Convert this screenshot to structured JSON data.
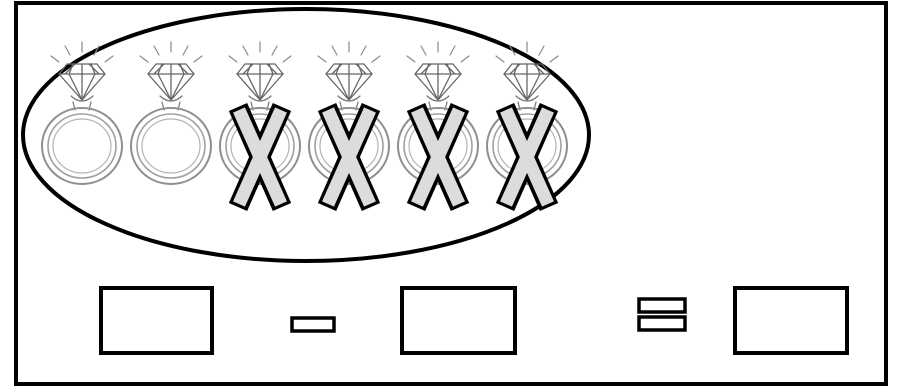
{
  "worksheet": {
    "task": "subtraction",
    "total_rings": 6,
    "crossed_out_rings": 4,
    "rings": [
      {
        "item": "ring-icon",
        "crossed_out": false
      },
      {
        "item": "ring-icon",
        "crossed_out": false
      },
      {
        "item": "ring-icon",
        "crossed_out": true
      },
      {
        "item": "ring-icon",
        "crossed_out": true
      },
      {
        "item": "ring-icon",
        "crossed_out": true
      },
      {
        "item": "ring-icon",
        "crossed_out": true
      }
    ],
    "equation": {
      "minuend_answer": "",
      "subtrahend_answer": "",
      "difference_answer": "",
      "operator_1": "minus-sign",
      "operator_2": "equals-sign"
    },
    "colors": {
      "stroke": "#000000",
      "ring_line": "#8a8a8a",
      "cross_fill": "#dcdcdc"
    }
  }
}
